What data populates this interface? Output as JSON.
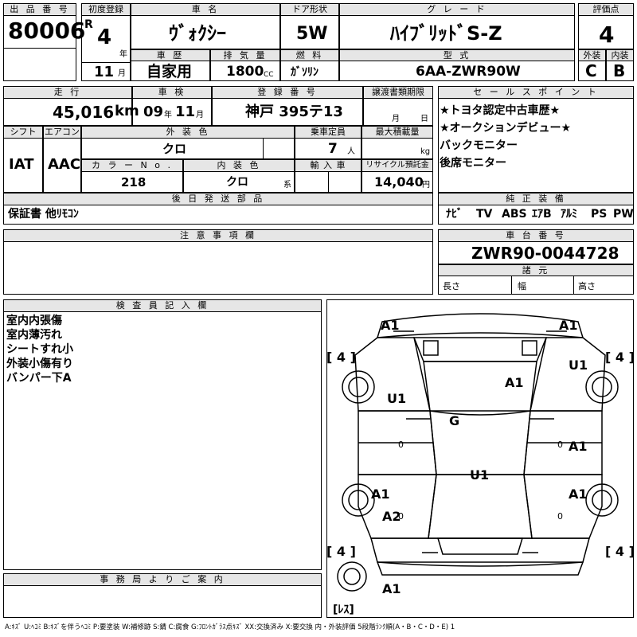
{
  "headers": {
    "lot_no": "出 品 番 号",
    "first_reg": "初度登録",
    "car_name": "車 名",
    "door": "ドア形状",
    "grade": "グ レ ー ド",
    "score": "評価点",
    "history": "車 歴",
    "displacement": "排 気 量",
    "fuel": "燃 料",
    "model": "型 式",
    "exterior": "外装",
    "interior": "内装",
    "mileage": "走 行",
    "inspection": "車 検",
    "reg_no": "登 録 番 号",
    "transfer": "譲渡書類期限",
    "sales_point": "セ ー ル ス ポ イ ン ト",
    "shift": "シフト",
    "ac": "エアコン",
    "ext_color": "外 装 色",
    "capacity": "乗車定員",
    "max_load": "最大積載量",
    "color_no": "カ ラ ー N o .",
    "int_color": "内 装 色",
    "import": "輸 入 車",
    "recycle": "リサイクル預託金",
    "later_parts": "後 日 発 送 部 品",
    "genuine": "純 正 装 備",
    "notes": "注 意 事 項 欄",
    "chassis": "車 台 番 号",
    "specs": "諸 元",
    "inspector": "検 査 員 記 入 欄",
    "office": "事 務 局 よ り ご 案 内"
  },
  "lot": {
    "number": "80006"
  },
  "first_reg": {
    "era": "R",
    "year": "4",
    "year_unit": "年",
    "month": "11",
    "month_unit": "月"
  },
  "car": {
    "name": "ｳﾞｫｸｼｰ",
    "door": "5W",
    "grade": "ﾊｲﾌﾞﾘｯﾄﾞS-Z",
    "score": "4",
    "history": "自家用",
    "displacement": "1800",
    "displacement_unit": "CC",
    "fuel": "ｶﾞｿﾘﾝ",
    "model": "6AA-ZWR90W",
    "exterior": "C",
    "interior": "B"
  },
  "row2": {
    "mileage": "45,016",
    "mileage_unit": "km",
    "inspection_year": "09",
    "inspection_year_unit": "年",
    "inspection_month": "11",
    "inspection_month_unit": "月",
    "reg_no": "神戸 395テ13",
    "transfer_month_unit": "月",
    "transfer_day_unit": "日"
  },
  "sales_points": [
    "★トヨタ認定中古車歴★",
    "★オークションデビュー★",
    "バックモニター",
    "後席モニター"
  ],
  "row3": {
    "shift": "IAT",
    "ac": "AAC",
    "ext_color": "クロ",
    "capacity": "7",
    "capacity_unit": "人",
    "load_unit": "kg",
    "color_no": "218",
    "int_color": "クロ",
    "int_color_unit": "系",
    "recycle": "14,040",
    "recycle_unit": "円"
  },
  "later_parts": "保証書 他ﾘﾓｺﾝ",
  "genuine_items": [
    "ﾅﾋﾞ",
    "TV",
    "ABS",
    "ｴｱB",
    "ｱﾙﾐ",
    "PS",
    "PW"
  ],
  "chassis_no": "ZWR90-0044728",
  "spec_labels": {
    "length": "長さ",
    "width": "幅",
    "height": "高さ"
  },
  "inspector_notes": [
    "室内内張傷",
    "室内薄汚れ",
    "シートすれ小",
    "外装小傷有り",
    "バンパー下A"
  ],
  "diagram": {
    "tires": [
      "[ 4 ]",
      "[ 4 ]",
      "[ 4 ]",
      "[ 4 ]"
    ],
    "spare": "[ﾚｽ]",
    "marks": [
      "A1",
      "A1",
      "U1",
      "U1",
      "A1",
      "G",
      "A1",
      "U1",
      "A1",
      "A2",
      "A1"
    ],
    "tread": [
      "0",
      "0",
      "0",
      "0"
    ]
  },
  "legend": "A:ｷｽﾞ  U:ﾍｺﾐ  B:ｷｽﾞを伴うﾍｺﾐ  P:要塗装  W:補修跡  S:錆  C:腐食  G:ﾌﾛﾝﾄｶﾞﾗｽ点ｷｽﾞ  XX:交換済み  X:要交換  内・外装評価  5段階ﾗﾝｸ順(A・B・C・D・E)  1"
}
